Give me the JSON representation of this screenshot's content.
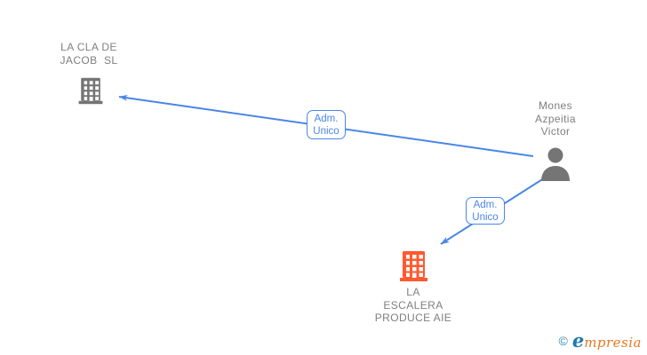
{
  "diagram": {
    "type": "company-relationship-graph",
    "background": "#ffffff"
  },
  "colors": {
    "node_gray": "#757575",
    "label_gray": "#7f7f7f",
    "link_blue": "#4a86e8",
    "company_orange": "#ff5a2e",
    "logo_blue": "#2079ae",
    "logo_orange": "#e87722"
  },
  "nodes": {
    "company1": {
      "name_lines": [
        "LA CLA DE",
        "JACOB  SL"
      ],
      "icon": "building-icon",
      "icon_color": "#757575"
    },
    "person": {
      "name_lines": [
        "Mones",
        "Azpeitia",
        "Victor"
      ],
      "icon": "person-icon",
      "icon_color": "#757575"
    },
    "company2": {
      "name_lines": [
        "LA",
        "ESCALERA",
        "PRODUCE AIE"
      ],
      "icon": "building-icon",
      "icon_color": "#ff5a2e"
    }
  },
  "edges": [
    {
      "from": "person",
      "to": "company1",
      "label_lines": [
        "Adm.",
        "Unico"
      ],
      "color": "#4a86e8"
    },
    {
      "from": "person",
      "to": "company2",
      "label_lines": [
        "Adm.",
        "Unico"
      ],
      "color": "#4a86e8"
    }
  ],
  "footer": {
    "copyright": "©",
    "brand_first": "e",
    "brand_rest": "mpresia"
  }
}
